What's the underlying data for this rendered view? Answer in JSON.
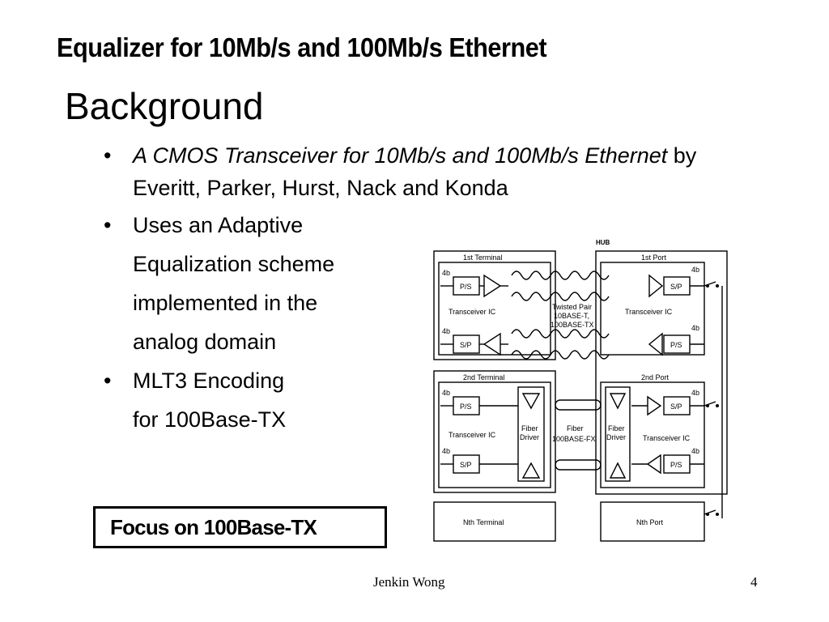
{
  "slide": {
    "title": "Equalizer for 10Mb/s and 100Mb/s Ethernet",
    "heading": "Background",
    "bullet1_italic": "A CMOS Transceiver for 10Mb/s and 100Mb/s Ethernet",
    "bullet1_rest": " by Everitt, Parker, Hurst, Nack and Konda",
    "bullet2_lines": [
      "Uses an Adaptive",
      "Equalization scheme",
      "implemented in the",
      "analog domain"
    ],
    "bullet3_lines": [
      "MLT3 Encoding",
      "for 100Base-TX"
    ],
    "bullet_symbol": "•",
    "focus": "Focus on 100Base-TX",
    "footer_name": "Jenkin Wong",
    "footer_page": "4"
  },
  "diagram": {
    "hub": "HUB",
    "term1": "1st Terminal",
    "term2": "2nd Terminal",
    "termN": "Nth Terminal",
    "port1": "1st Port",
    "port2": "2nd Port",
    "portN": "Nth Port",
    "transceiver": "Transceiver IC",
    "ps": "P/S",
    "sp": "S/P",
    "bits": "4b",
    "tp1": "Twisted Pair",
    "tp2": "10BASE-T,",
    "tp3": "100BASE-TX",
    "fiber1": "Fiber",
    "fiber2": "100BASE-FX",
    "fd1": "Fiber",
    "fd2": "Driver"
  }
}
